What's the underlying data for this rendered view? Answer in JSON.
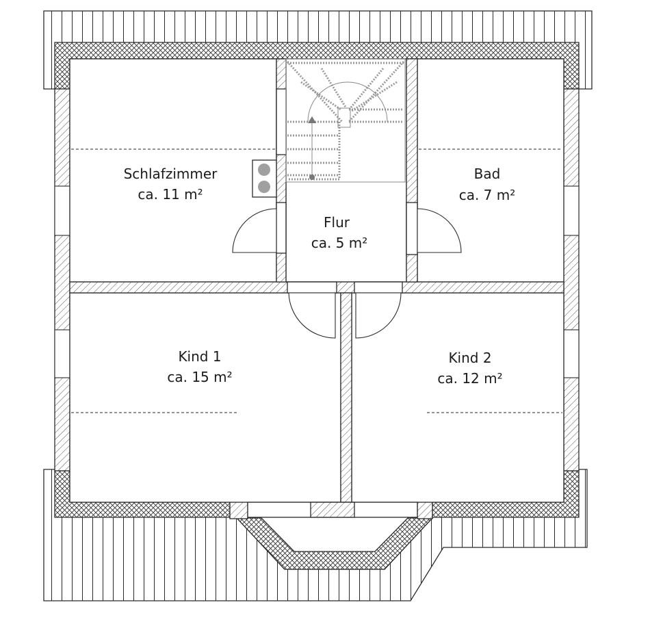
{
  "rooms": {
    "schlafzimmer": {
      "name": "Schlafzimmer",
      "area": "ca. 11 m²"
    },
    "bad": {
      "name": "Bad",
      "area": "ca. 7 m²"
    },
    "flur": {
      "name": "Flur",
      "area": "ca. 5 m²"
    },
    "kind1": {
      "name": "Kind 1",
      "area": "ca. 15 m²"
    },
    "kind2": {
      "name": "Kind 2",
      "area": "ca. 12 m²"
    }
  },
  "colors": {
    "line": "#2a2a2a",
    "stair": "#9a9a9a",
    "appliance": "#a0a0a0",
    "background": "#ffffff"
  }
}
